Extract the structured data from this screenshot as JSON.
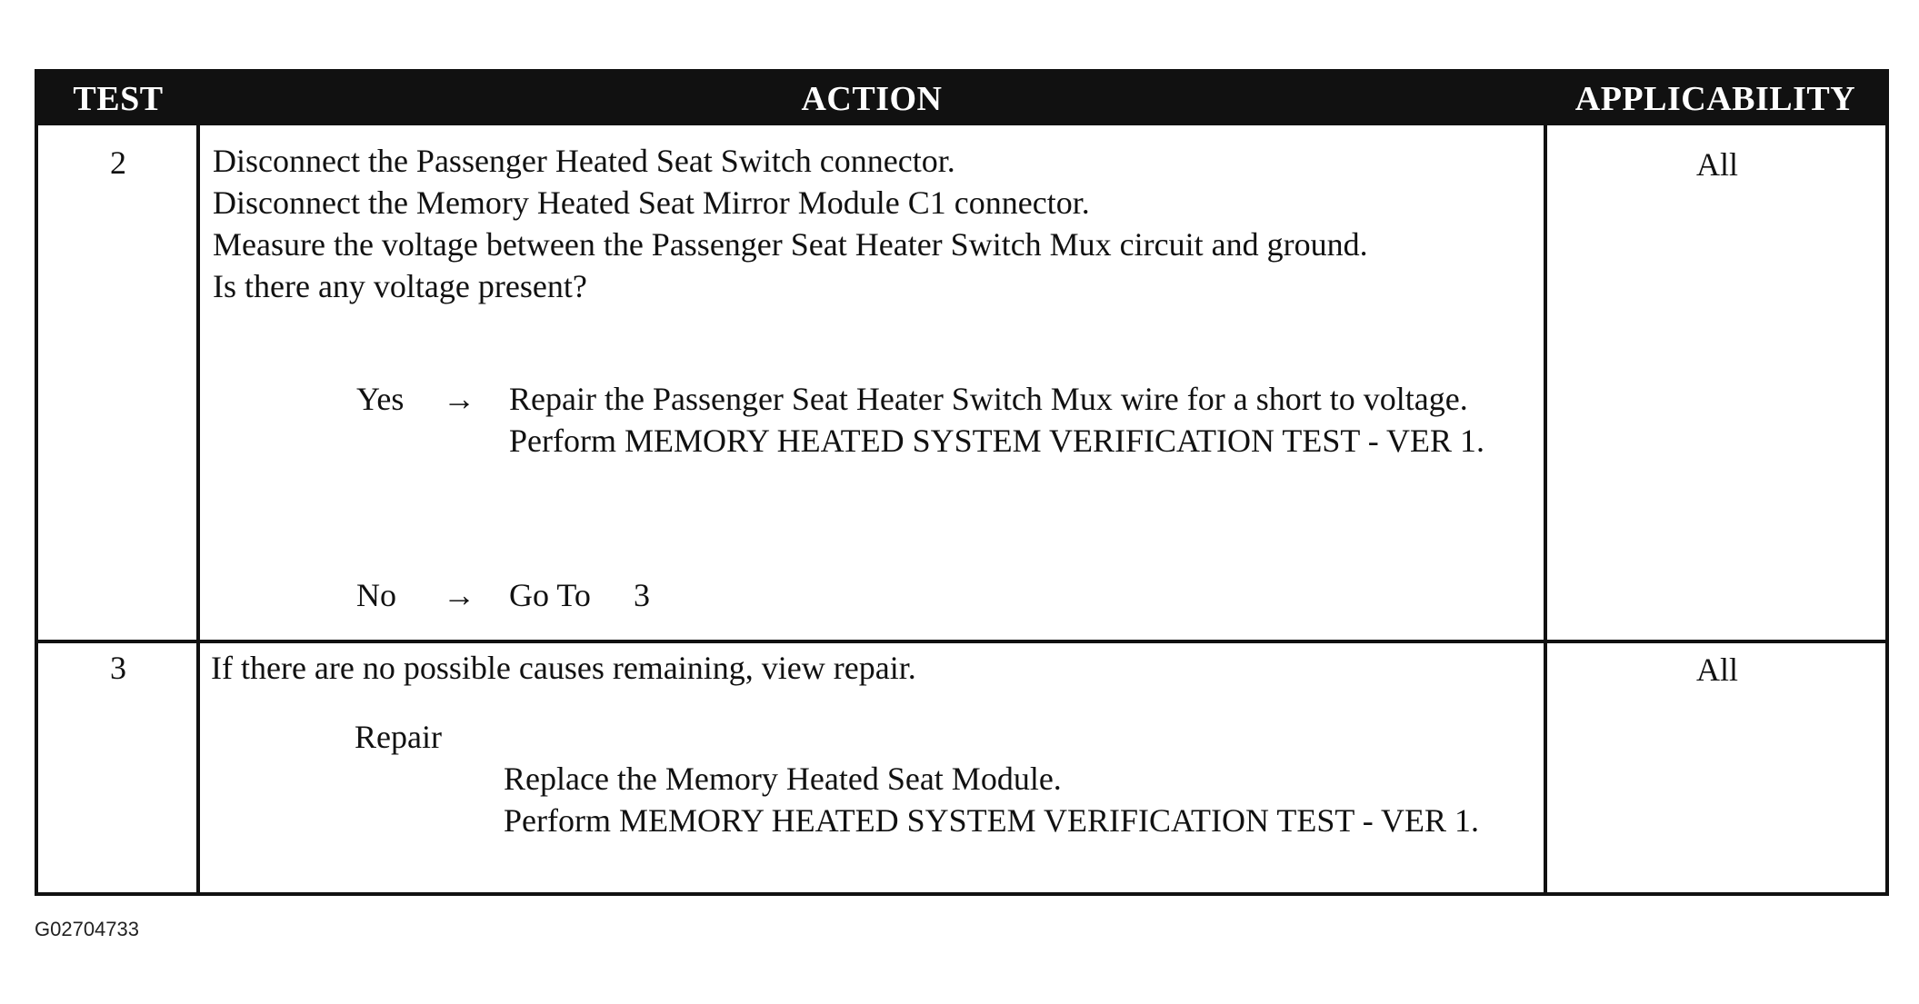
{
  "table": {
    "headers": {
      "test": "TEST",
      "action": "ACTION",
      "applicability": "APPLICABILITY"
    },
    "rows": [
      {
        "test": "2",
        "action_lines": [
          "Disconnect the Passenger Heated Seat Switch connector.",
          "Disconnect the Memory Heated Seat Mirror Module C1 connector.",
          "Measure the voltage between the Passenger Seat Heater Switch Mux circuit and ground.",
          "Is there any voltage present?"
        ],
        "yes": {
          "label": "Yes",
          "arrow": "→",
          "lines": [
            "Repair the Passenger Seat Heater Switch Mux wire for a short to voltage.",
            "Perform MEMORY HEATED SYSTEM VERIFICATION TEST - VER 1."
          ]
        },
        "no": {
          "label": "No",
          "arrow": "→",
          "text": "Go To",
          "target": "3"
        },
        "applicability": "All"
      },
      {
        "test": "3",
        "action_lines": [
          "If there are no possible causes remaining, view repair."
        ],
        "repair": {
          "label": "Repair",
          "lines": [
            "Replace the Memory Heated Seat Module.",
            "Perform MEMORY HEATED SYSTEM VERIFICATION TEST - VER 1."
          ]
        },
        "applicability": "All"
      }
    ]
  },
  "footer": {
    "figure_id": "G02704733"
  }
}
